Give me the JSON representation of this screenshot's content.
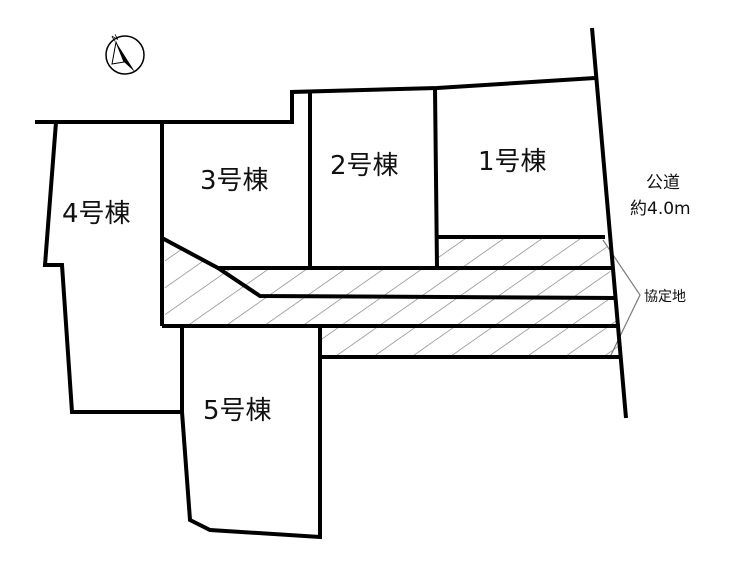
{
  "lots": [
    {
      "id": "lot-1",
      "label": "1号棟"
    },
    {
      "id": "lot-2",
      "label": "2号棟"
    },
    {
      "id": "lot-3",
      "label": "3号棟"
    },
    {
      "id": "lot-4",
      "label": "4号棟"
    },
    {
      "id": "lot-5",
      "label": "5号棟"
    }
  ],
  "road": {
    "line1": "公道",
    "line2": "約4.0m"
  },
  "agreement_area": {
    "label": "協定地"
  },
  "compass": {
    "north_letter": "N"
  },
  "colors": {
    "line": "#000000",
    "hatch": "#7a7a7a",
    "background": "#ffffff"
  }
}
